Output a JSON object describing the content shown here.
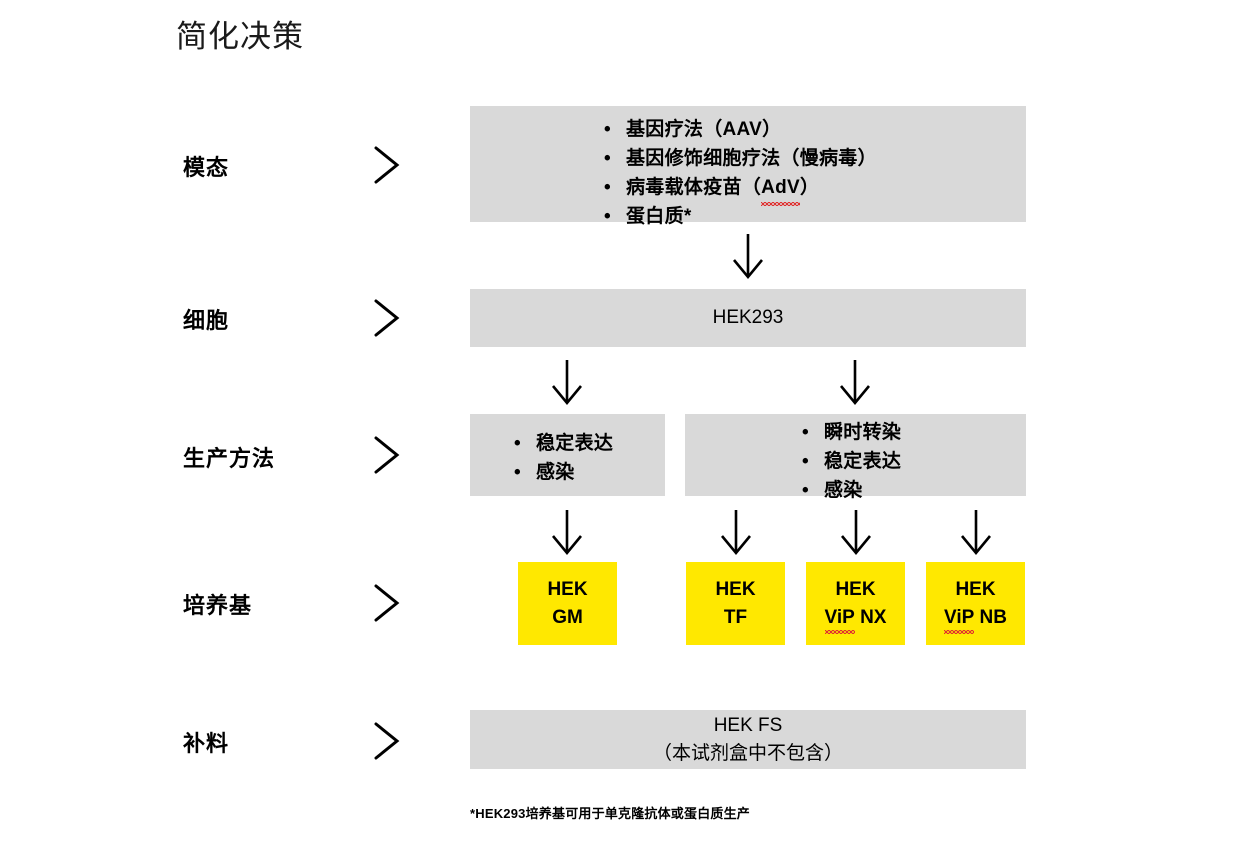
{
  "slide": {
    "title": "简化决策",
    "footnote": "*HEK293培养基可用于单克隆抗体或蛋白质生产"
  },
  "colors": {
    "box_gray": "#d9d9d9",
    "box_yellow": "#ffe800",
    "text": "#000000",
    "spellcheck_underline": "#e03030"
  },
  "rows": [
    {
      "label": "模态",
      "chevron": "chevron-right-icon"
    },
    {
      "label": "细胞",
      "chevron": "chevron-right-icon"
    },
    {
      "label": "生产方法",
      "chevron": "chevron-right-icon"
    },
    {
      "label": "培养基",
      "chevron": "chevron-right-icon"
    },
    {
      "label": "补料",
      "chevron": "chevron-right-icon"
    }
  ],
  "modality_box": {
    "items": [
      "基因疗法（AAV）",
      "基因修饰细胞疗法（慢病毒）",
      "病毒载体疫苗（AdV）",
      "蛋白质*"
    ],
    "misspelled": "AdV"
  },
  "cell_box": {
    "label": "HEK293"
  },
  "production_boxes": [
    {
      "items": [
        "稳定表达",
        "感染"
      ]
    },
    {
      "items": [
        "瞬时转染",
        "稳定表达",
        "感染"
      ]
    }
  ],
  "media_boxes": [
    {
      "line1": "HEK",
      "line2": "GM",
      "misspelled": ""
    },
    {
      "line1": "HEK",
      "line2": "TF",
      "misspelled": ""
    },
    {
      "line1": "HEK",
      "line2": "ViP NX",
      "misspelled": "ViP"
    },
    {
      "line1": "HEK",
      "line2": "ViP NB",
      "misspelled": "ViP"
    }
  ],
  "feed_box": {
    "line1": "HEK FS",
    "line2": "（本试剂盒中不包含）"
  }
}
